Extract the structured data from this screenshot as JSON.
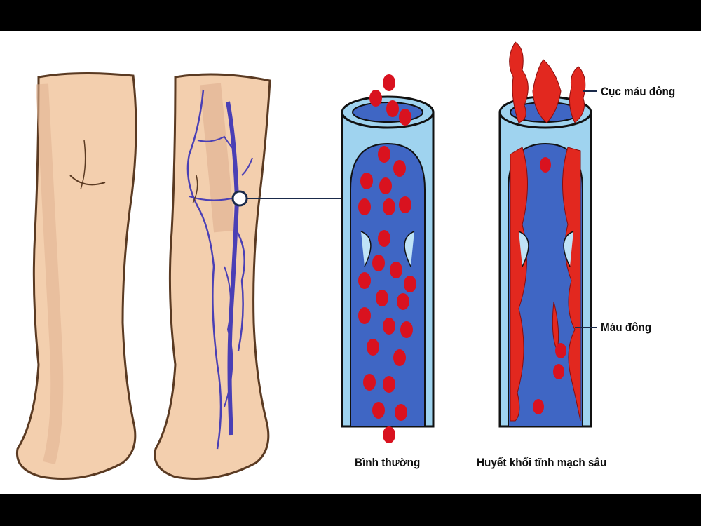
{
  "diagram": {
    "colors": {
      "background": "#ffffff",
      "letterbox": "#000000",
      "skin": "#f3cfae",
      "skin_shadow": "#dba98a",
      "vein": "#4a3fb5",
      "vessel_wall": "#9fd3ef",
      "vessel_lumen": "#3f66c4",
      "blood_cell": "#d9121f",
      "clot": "#e2281f"
    },
    "labels": {
      "clot_top": "Cục máu đông",
      "clot_wall": "Máu đông",
      "normal": "Bình thường",
      "dvt": "Huyết khối tĩnh mạch sâu"
    },
    "figures": [
      {
        "name": "leg-plain",
        "description": "Back of lower leg without visible veins"
      },
      {
        "name": "leg-with-veins",
        "description": "Back of lower leg with blue veins and callout point at knee"
      },
      {
        "name": "normal-vein",
        "description": "Cutaway vein with free-flowing red blood cells and valves"
      },
      {
        "name": "dvt-vein",
        "description": "Cutaway vein with blood clots attached to walls and protruding from top"
      }
    ]
  }
}
